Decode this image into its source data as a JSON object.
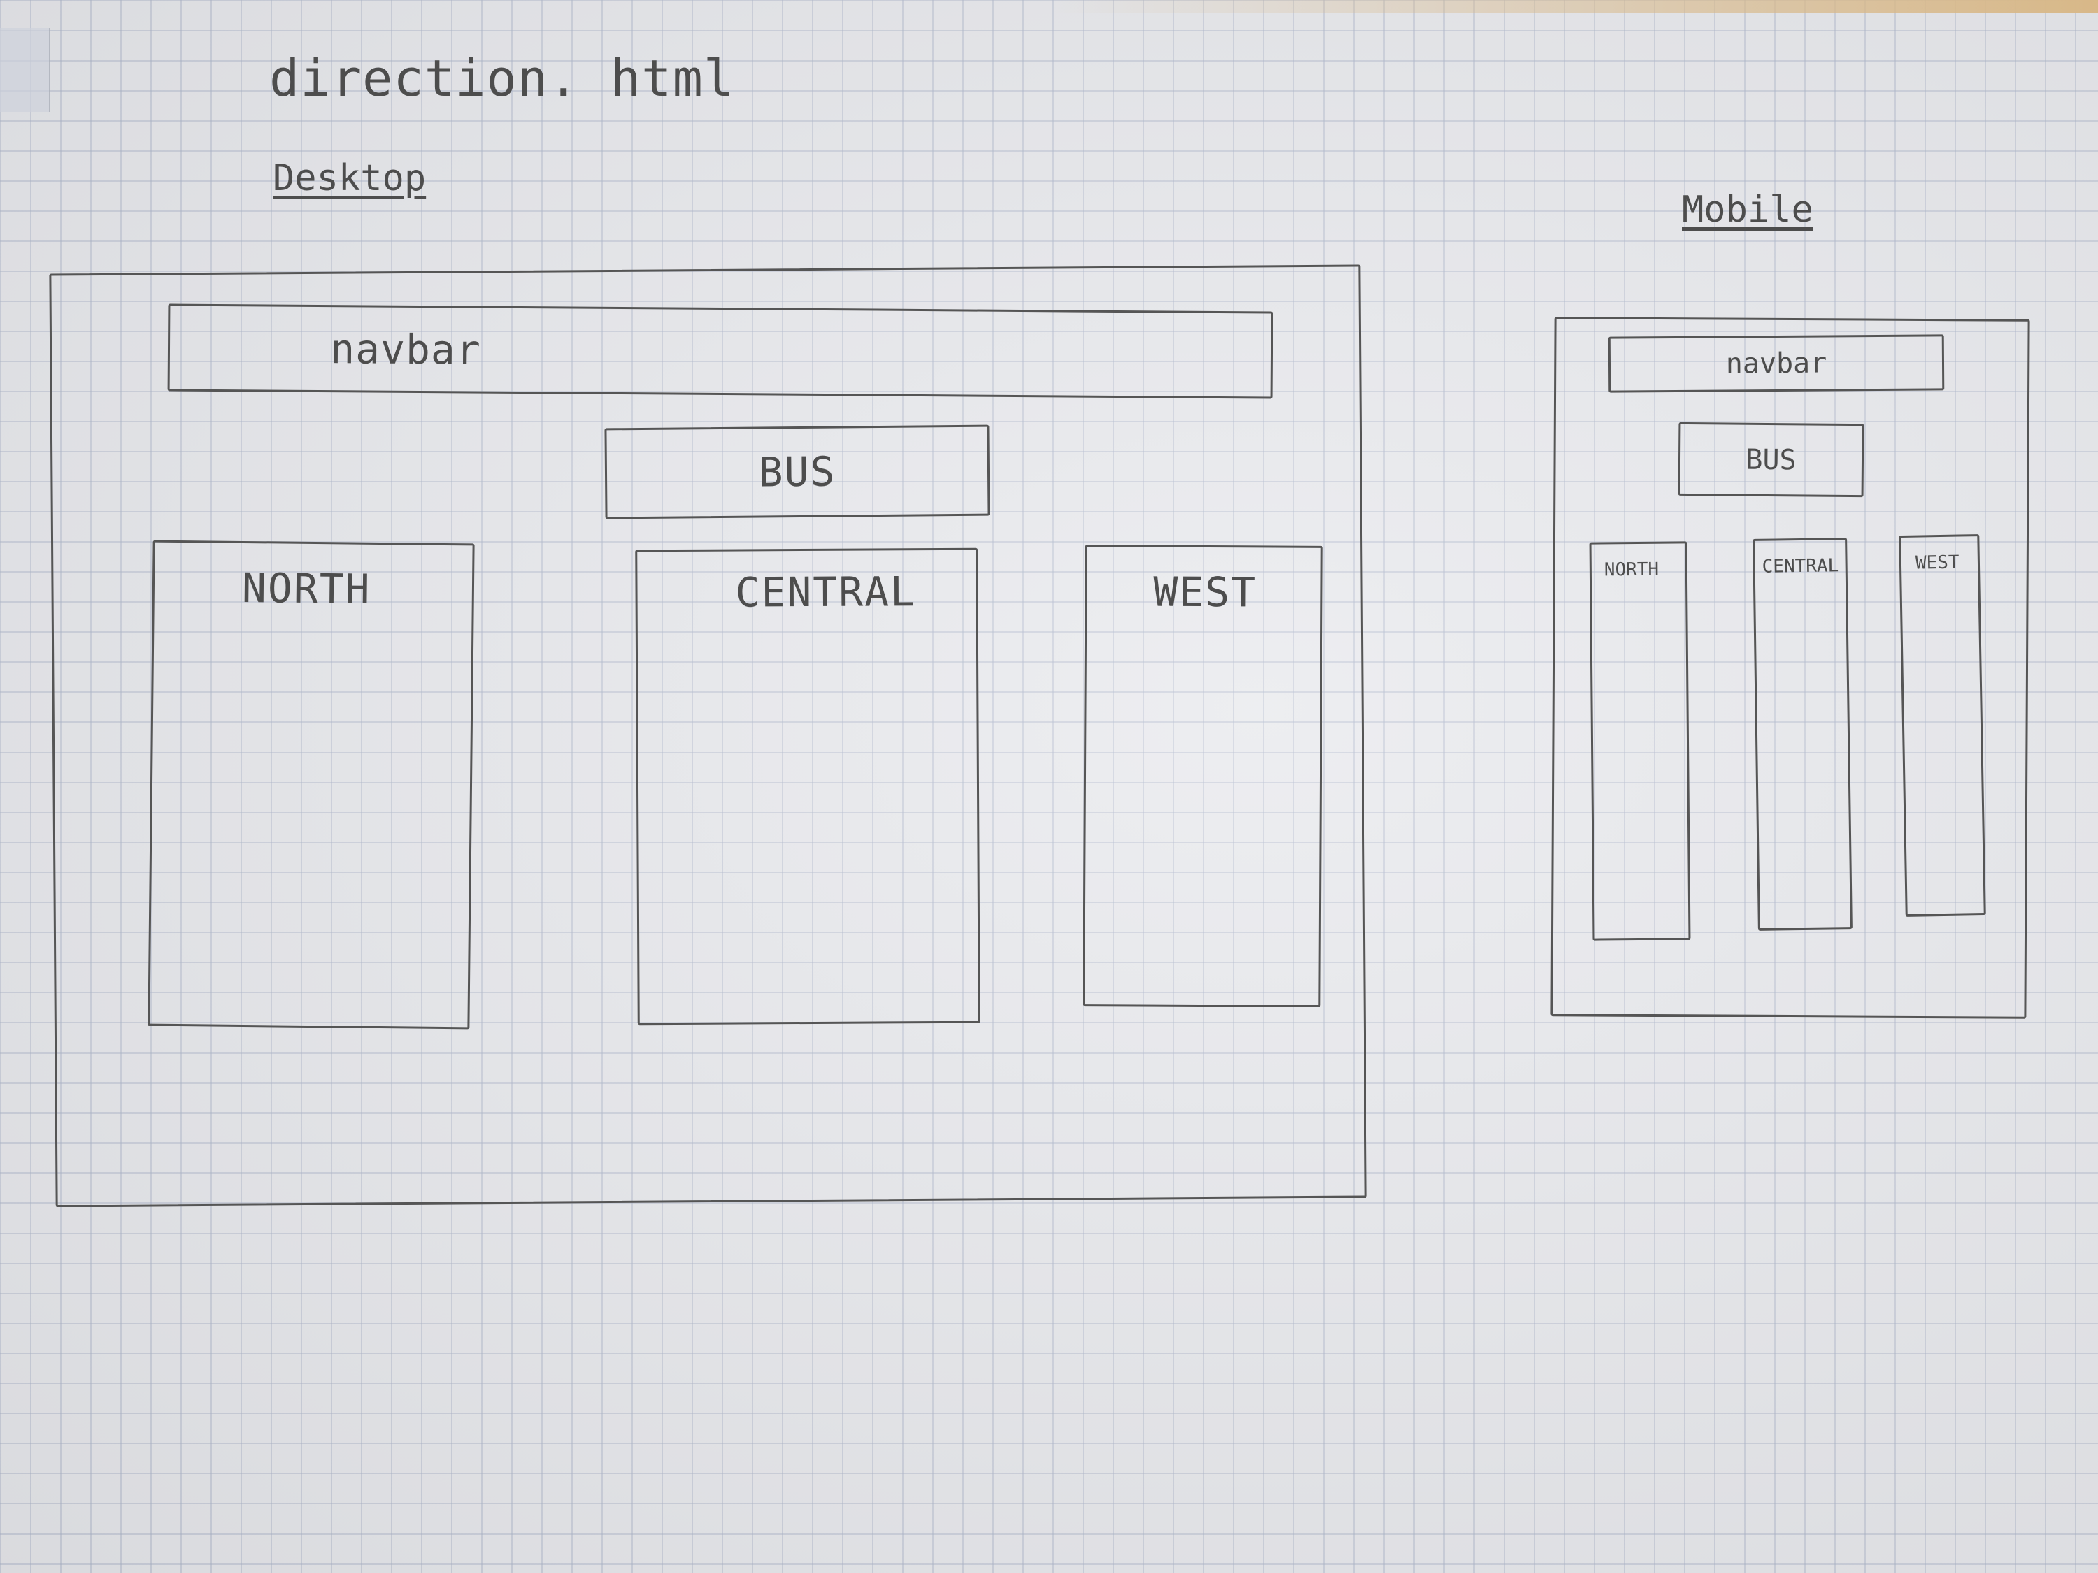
{
  "page": {
    "title": "direction. html"
  },
  "desktop": {
    "heading": "Desktop",
    "navbar_label": "navbar",
    "bus_label": "BUS",
    "columns": [
      {
        "label": "NORTH"
      },
      {
        "label": "CENTRAL"
      },
      {
        "label": "WEST"
      }
    ]
  },
  "mobile": {
    "heading": "Mobile",
    "navbar_label": "navbar",
    "bus_label": "BUS",
    "columns": [
      {
        "label": "NORTH"
      },
      {
        "label": "CENTRAL"
      },
      {
        "label": "WEST"
      }
    ]
  }
}
